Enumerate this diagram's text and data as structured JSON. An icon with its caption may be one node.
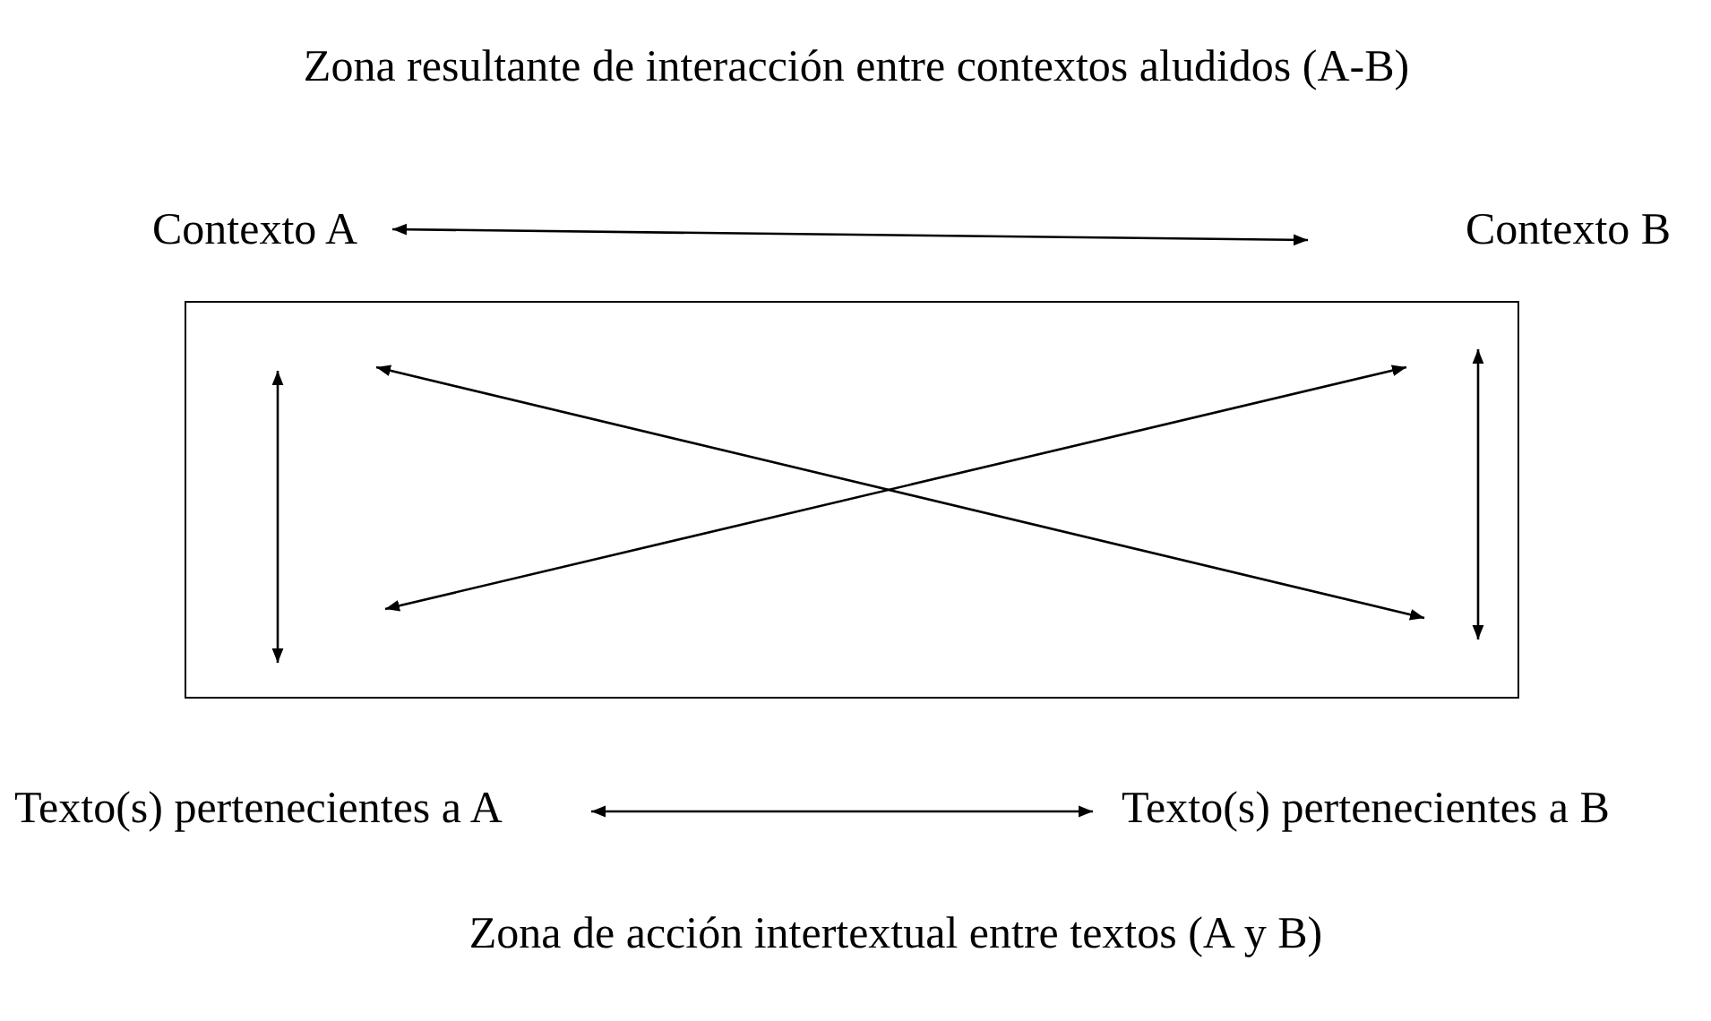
{
  "diagram": {
    "nodes": [
      {
        "text": [
          "Contexto A"
        ]
      },
      {
        "text": [
          "Contexto B"
        ]
      },
      {
        "text": [],
        "shape": "box"
      },
      {
        "text": [
          "Texto(s) pertenecientes a A"
        ]
      },
      {
        "text": [
          "Texto(s) pertenecientes a B"
        ]
      }
    ],
    "edges": [
      {
        "from": 0,
        "to": null,
        "arrow": "both"
      },
      {
        "from": 3,
        "to": 4,
        "arrow": "both"
      }
    ],
    "labels": [
      "Zona resultante de interacción entre contextos aludidos (A-B)",
      "Zona de acción intertextual entre textos (A y B)"
    ]
  }
}
